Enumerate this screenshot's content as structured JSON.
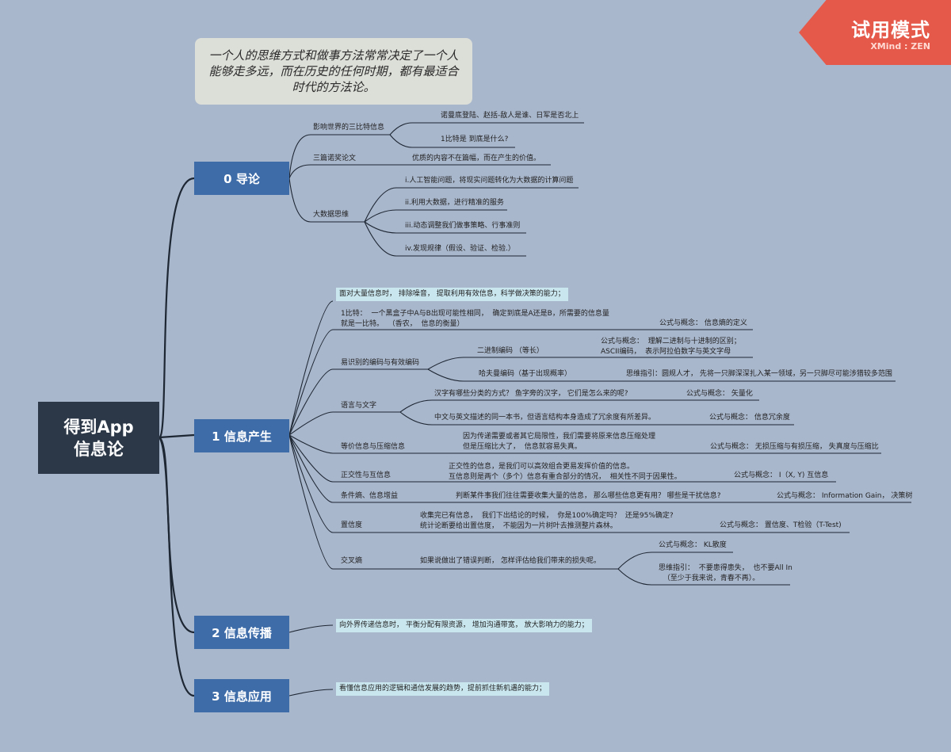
{
  "quote": "一个人的思维方式和做事方法常常决定了一个人\n能够走多远，而在历史的任何时期，都有最适合\n时代的方法论。",
  "root": "得到App\n信息论",
  "trial": {
    "title": "试用模式",
    "brand": "XMind : ZEN"
  },
  "topics": [
    "0 导论",
    "1 信息产生",
    "2 信息传播",
    "3 信息应用"
  ],
  "intro": {
    "influence": "影响世界的三比特信息",
    "influence_items": [
      "诺曼底登陆、赵括-敌人是谁、日军是否北上",
      "1比特是 到底是什么?"
    ],
    "nobel": "三篇诺奖论文",
    "nobel_item": "优质的内容不在篇幅，而在产生的价值。",
    "bigdata": "大数据思维",
    "bigdata_items": [
      "i.人工智能问题，将现实问题转化为大数据的计算问题",
      "ii.利用大数据，进行精准的服务",
      "iii.动态调整我们做事策略、行事准则",
      "iv.发现规律（假设、验证、检验.）"
    ]
  },
  "gen": {
    "summary": "面对大量信息时， 排除噪音， 提取利用有效信息，科学做决策的能力；",
    "bit": "1比特：  一个黑盒子中A与B出现可能性相同，  确定到底是A还是B，所需要的信息量\n就是一比特。  （香农，  信息的衡量）",
    "bit_formula": "公式与概念：  信息熵的定义",
    "encoding": "易识别的编码与有效编码",
    "binary": "二进制编码  （等长）",
    "binary_note": "公式与概念：  理解二进制与十进制的区别；\nASCII编码，  表示阿拉伯数字与英文字母",
    "huffman": "哈夫曼编码（基于出现概率）",
    "huffman_note": "思维指引：圆规人才，  先将一只脚深深扎入某一领域，另一只脚尽可能涉猎较多范围",
    "language": "语言与文字",
    "lang1": "汉字有哪些分类的方式？  鱼字旁的汉字，  它们是怎么来的呢?",
    "lang1_formula": "公式与概念：  矢量化",
    "lang2": "中文与英文描述的同一本书，但语言结构本身造成了冗余度有所差异。",
    "lang2_formula": "公式与概念：  信息冗余度",
    "compress": "等价信息与压缩信息",
    "compress_note": "因为传递需要或者其它局限性，我们需要将原来信息压缩处理\n但是压缩比大了，  信息就容易失真。",
    "compress_formula": "公式与概念：  无损压缩与有损压缩，  失真度与压缩比",
    "ortho": "正交性与互信息",
    "ortho_note": "正交性的信息，是我们可以高效组合更易发挥价值的信息。\n互信息则是两个（多个）信息有重合部分的情况，  相关性不同于因果性。",
    "ortho_formula": "公式与概念：  I（X, Y)    互信息",
    "cond": "条件熵、信息增益",
    "cond_note": "判断某件事我们往往需要收集大量的信息，  那么哪些信息更有用？ 哪些是干扰信息?",
    "cond_formula": "公式与概念：  Information Gain，  决策树",
    "conf": "置信度",
    "conf_note": "收集完已有信息，  我们下出结论的时候，  你是100%确定吗？  还是95%确定?\n统计论断要给出置信度，  不能因为一片树叶去推测整片森林。",
    "conf_formula": "公式与概念：  置信度、T检验（T-Test)",
    "cross": "交叉熵",
    "cross_note": "如果说做出了错误判断，  怎样评估给我们带来的损失呢。",
    "cross_formula": "公式与概念：  KL散度",
    "cross_guide": "思维指引：  不要患得患失，  也不要All In\n  （至少于我来说，青春不再）。"
  },
  "spread": {
    "summary": "向外界传递信息时， 平衡分配有限资源， 增加沟通带宽， 放大影响力的能力；"
  },
  "apply": {
    "summary": "看懂信息应用的逻辑和通信发展的趋势，提前抓住新机遇的能力；"
  }
}
